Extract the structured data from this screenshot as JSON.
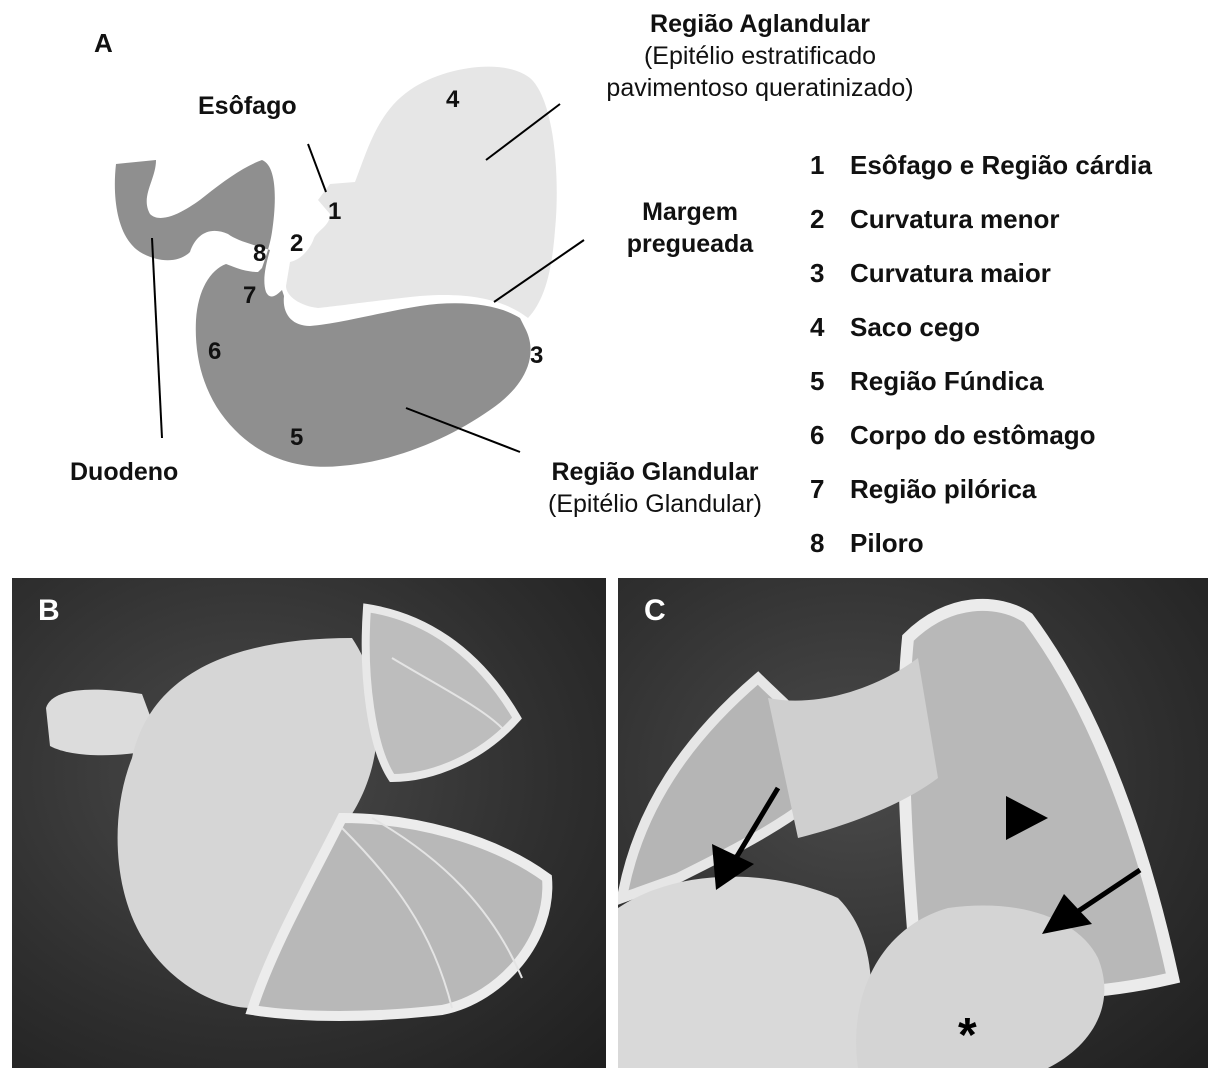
{
  "panel_a": {
    "letter": "A",
    "labels": {
      "aglandular_title": "Região Aglandular",
      "aglandular_sub1": "(Epitélio estratificado",
      "aglandular_sub2": "pavimentoso queratinizado)",
      "esofago": "Esôfago",
      "margem_1": "Margem",
      "margem_2": "pregueada",
      "duodeno": "Duodeno",
      "glandular_title": "Região Glandular",
      "glandular_sub": "(Epitélio Glandular)"
    },
    "numbers": [
      "1",
      "2",
      "3",
      "4",
      "5",
      "6",
      "7",
      "8"
    ],
    "colors": {
      "aglandular": "#e6e6e6",
      "glandular": "#8f8f8f",
      "outline": "#ffffff"
    }
  },
  "legend": [
    {
      "num": "1",
      "text": "Esôfago e Região cárdia"
    },
    {
      "num": "2",
      "text": "Curvatura menor"
    },
    {
      "num": "3",
      "text": "Curvatura maior"
    },
    {
      "num": "4",
      "text": "Saco cego"
    },
    {
      "num": "5",
      "text": "Região Fúndica"
    },
    {
      "num": "6",
      "text": "Corpo do estômago"
    },
    {
      "num": "7",
      "text": "Região pilórica"
    },
    {
      "num": "8",
      "text": "Piloro"
    }
  ],
  "panel_b": {
    "letter": "B"
  },
  "panel_c": {
    "letter": "C",
    "asterisk": "*"
  }
}
